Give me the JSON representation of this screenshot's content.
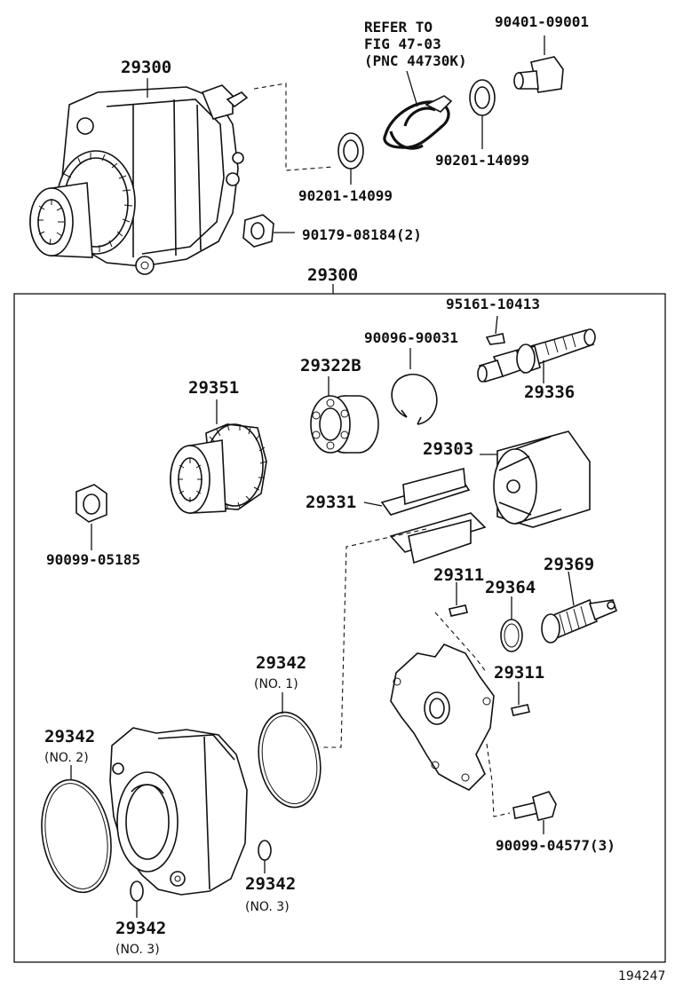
{
  "diagram": {
    "image_code": "194247",
    "labels": {
      "refer_line1": "REFER TO",
      "refer_line2": "FIG 47-03",
      "refer_line3": "(PNC 44730K)",
      "assembly_top": "29300",
      "assembly_box": "29300",
      "p90401_09001": "90401-09001",
      "p90201_14099_right": "90201-14099",
      "p90201_14099_left": "90201-14099",
      "p90179_08184": "90179-08184(2)",
      "p95161_10413": "95161-10413",
      "p90096_90031": "90096-90031",
      "p29322b": "29322B",
      "p29336": "29336",
      "p29351": "29351",
      "p29303": "29303",
      "p29331": "29331",
      "p90099_05185": "90099-05185",
      "p29369": "29369",
      "p29311_top": "29311",
      "p29364": "29364",
      "p29311_bottom": "29311",
      "p29342_no1": "29342",
      "p29342_no1_note": "(NO. 1)",
      "p29342_no2": "29342",
      "p29342_no2_note": "(NO. 2)",
      "p29342_no3_right": "29342",
      "p29342_no3_right_note": "(NO. 3)",
      "p29342_no3_left": "29342",
      "p29342_no3_left_note": "(NO. 3)",
      "p90099_04577": "90099-04577(3)"
    }
  }
}
